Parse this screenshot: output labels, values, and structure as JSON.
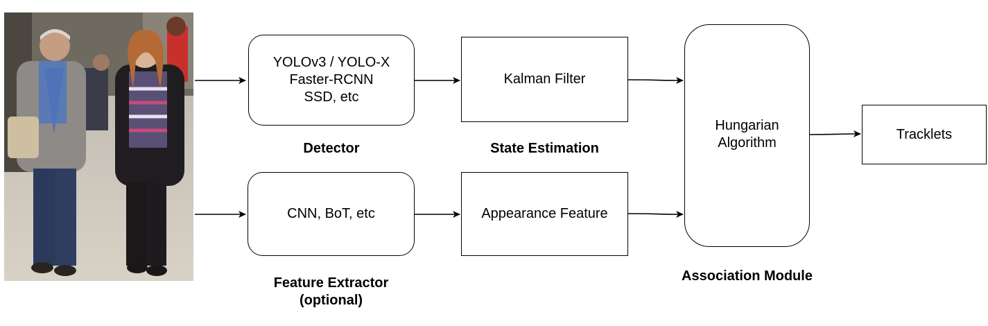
{
  "input_image": {
    "icon": "pedestrians-photo"
  },
  "detector": {
    "lines": [
      "YOLOv3 / YOLO-X",
      "Faster-RCNN",
      "SSD, etc"
    ],
    "caption": "Detector"
  },
  "state_estimation": {
    "label": "Kalman Filter",
    "caption": "State Estimation"
  },
  "feature_extractor": {
    "label": "CNN, BoT, etc",
    "caption_line1": "Feature Extractor",
    "caption_line2": "(optional)"
  },
  "appearance": {
    "label": "Appearance Feature"
  },
  "association": {
    "line1": "Hungarian",
    "line2": "Algorithm",
    "caption": "Association Module"
  },
  "output": {
    "label": "Tracklets"
  }
}
